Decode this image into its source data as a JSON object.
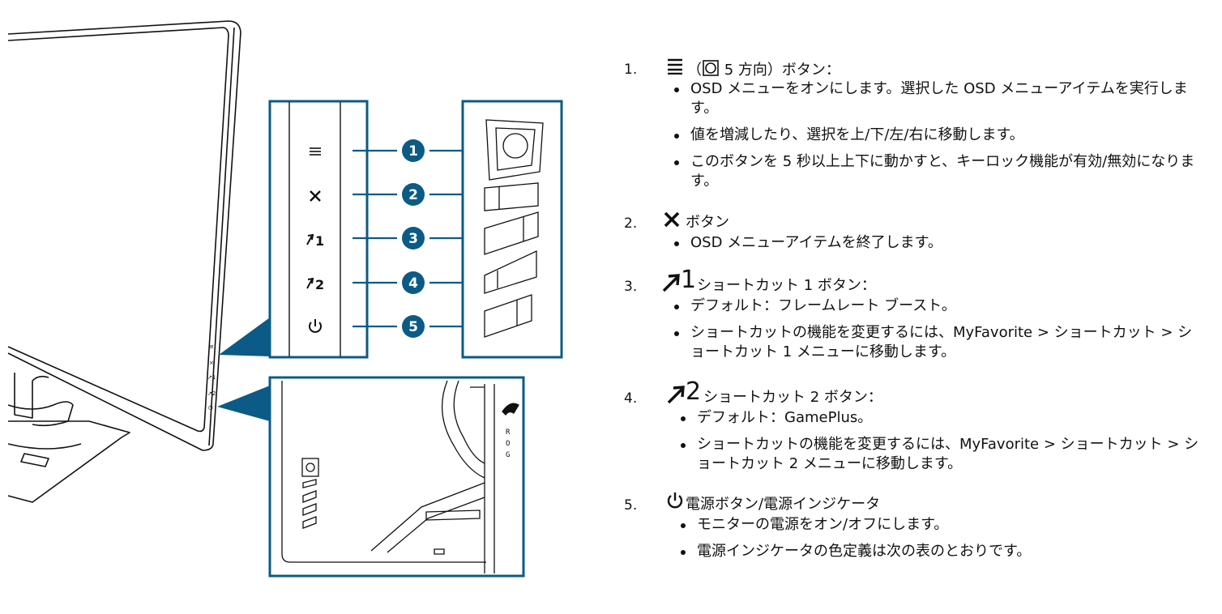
{
  "figure": {
    "callouts": [
      "1",
      "2",
      "3",
      "4",
      "5"
    ],
    "button_labels": {
      "b3": "1",
      "b4": "2"
    },
    "side_labels": [
      "≡",
      "×",
      "↗1",
      "↗2",
      "⏻"
    ],
    "rog_letters": [
      "R",
      "O",
      "G"
    ],
    "accent_color": "#0b5b86"
  },
  "sections": [
    {
      "num": "1.",
      "icon": "menu-lines-icon",
      "title_prefix": "（",
      "title_suffix": " 5 方向）ボタン：",
      "bullets": [
        "OSD メニューをオンにします。選択した OSD メニューアイテムを実行します。",
        "値を増減したり、選択を上/下/左/右に移動します。",
        "このボタンを 5 秒以上上下に動かすと、キーロック機能が有効/無効になります。"
      ]
    },
    {
      "num": "2.",
      "icon": "close-x-icon",
      "title": "ボタン",
      "bullets": [
        "OSD メニューアイテムを終了します。"
      ]
    },
    {
      "num": "3.",
      "icon": "shortcut-arrow-icon",
      "icon_digit": "1",
      "title": "ショートカット 1 ボタン：",
      "bullets": [
        "デフォルト：フレームレート ブースト。",
        "ショートカットの機能を変更するには、MyFavorite > ショートカット > ショートカット 1 メニューに移動します。"
      ]
    },
    {
      "num": "4.",
      "icon": "shortcut-arrow-icon",
      "icon_digit": "2",
      "title": "ショートカット 2 ボタン：",
      "bullets": [
        "デフォルト：GamePlus。",
        "ショートカットの機能を変更するには、MyFavorite > ショートカット > ショートカット 2 メニューに移動します。"
      ]
    },
    {
      "num": "5.",
      "icon": "power-icon",
      "title": "電源ボタン/電源インジケータ",
      "bullets": [
        "モニターの電源をオン/オフにします。",
        "電源インジケータの色定義は次の表のとおりです。"
      ]
    }
  ]
}
